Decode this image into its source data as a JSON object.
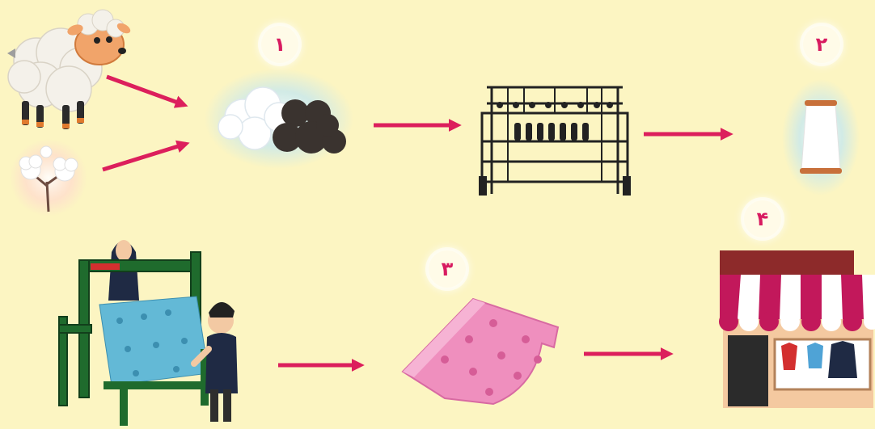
{
  "steps": [
    {
      "number": "۱"
    },
    {
      "number": "۲"
    },
    {
      "number": "۳"
    },
    {
      "number": "۴"
    }
  ],
  "colors": {
    "background": "#fcf5c2",
    "arrow": "#dc1f5c",
    "badge_text": "#d81b60",
    "fabric": "#ef8fbe",
    "loom_frame": "#1f6b2d",
    "awning_stripe": "#c2185b"
  },
  "icons": [
    "sheep-icon",
    "cotton-plant-icon",
    "wool-cotton-fibers-icon",
    "spinning-machine-icon",
    "thread-spool-icon",
    "loom-weavers-icon",
    "fabric-roll-icon",
    "clothing-shop-icon"
  ]
}
